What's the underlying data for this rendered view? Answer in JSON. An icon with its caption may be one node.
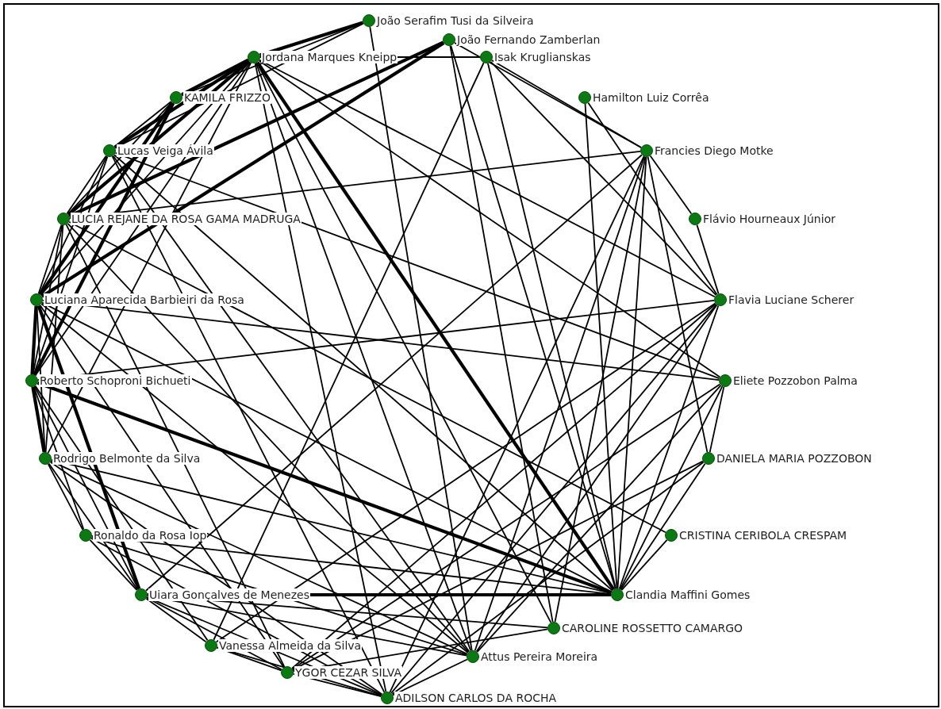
{
  "diagram": {
    "nodes": [
      {
        "text": [],
        "shape": "circle",
        "beside": [
          "João Serafim Tusi da Silveira"
        ]
      },
      {
        "text": [],
        "shape": "circle",
        "beside": [
          "João Fernando Zamberlan"
        ]
      },
      {
        "text": [],
        "shape": "circle",
        "beside": [
          "Jordana Marques Kneipp"
        ]
      },
      {
        "text": [],
        "shape": "circle",
        "beside": [
          "Isak Kruglianskas"
        ]
      },
      {
        "text": [],
        "shape": "circle",
        "beside": [
          "KAMILA FRIZZO"
        ]
      },
      {
        "text": [],
        "shape": "circle",
        "beside": [
          "Hamilton Luiz Corrêa"
        ]
      },
      {
        "text": [],
        "shape": "circle",
        "beside": [
          "Lucas Veiga Ávila"
        ]
      },
      {
        "text": [],
        "shape": "circle",
        "beside": [
          "Francies Diego Motke"
        ]
      },
      {
        "text": [],
        "shape": "circle",
        "beside": [
          "LÚCIA REJANE DA ROSA GAMA MADRUGA"
        ]
      },
      {
        "text": [],
        "shape": "circle",
        "beside": [
          "Flávio Hourneaux Júnior"
        ]
      },
      {
        "text": [],
        "shape": "circle",
        "beside": [
          "Luciana Aparecida Barbieiri da Rosa"
        ]
      },
      {
        "text": [],
        "shape": "circle",
        "beside": [
          "Flavia Luciane Scherer"
        ]
      },
      {
        "text": [],
        "shape": "circle",
        "beside": [
          "Roberto Schoproni Bichueti"
        ]
      },
      {
        "text": [],
        "shape": "circle",
        "beside": [
          "Eliete Pozzobon Palma"
        ]
      },
      {
        "text": [],
        "shape": "circle",
        "beside": [
          "Rodrigo Belmonte da Silva"
        ]
      },
      {
        "text": [],
        "shape": "circle",
        "beside": [
          "DANIELA MARIA POZZOBON"
        ]
      },
      {
        "text": [],
        "shape": "circle",
        "beside": [
          "Ronaldo da Rosa Iop"
        ]
      },
      {
        "text": [],
        "shape": "circle",
        "beside": [
          "CRISTINA CERIBOLA CRESPAM"
        ]
      },
      {
        "text": [],
        "shape": "circle",
        "beside": [
          "Uiara Gonçalves de Menezes"
        ]
      },
      {
        "text": [],
        "shape": "circle",
        "beside": [
          "Clandia Maffini Gomes"
        ]
      },
      {
        "text": [],
        "shape": "circle",
        "beside": [
          "Vanessa Almeida da Silva"
        ]
      },
      {
        "text": [],
        "shape": "circle",
        "beside": [
          "CAROLINE ROSSETTO CAMARGO"
        ]
      },
      {
        "text": [],
        "shape": "circle",
        "beside": [
          "Attus Pereira Moreira"
        ]
      },
      {
        "text": [],
        "shape": "circle",
        "beside": [
          "YGOR CEZAR SILVA"
        ]
      },
      {
        "text": [],
        "shape": "circle",
        "beside": [
          "ADILSON CARLOS DA ROCHA"
        ]
      }
    ],
    "edges": [
      {
        "from": 19,
        "to": 12,
        "arrow": "none",
        "style": "thick"
      },
      {
        "from": 19,
        "to": 2,
        "arrow": "none",
        "style": "thick"
      },
      {
        "from": 19,
        "to": 18,
        "arrow": "none",
        "style": "thick"
      },
      {
        "from": 19,
        "to": 13,
        "arrow": "none"
      },
      {
        "from": 19,
        "to": 15,
        "arrow": "none"
      },
      {
        "from": 19,
        "to": 17,
        "arrow": "none"
      },
      {
        "from": 19,
        "to": 11,
        "arrow": "none"
      },
      {
        "from": 19,
        "to": 7,
        "arrow": "none"
      },
      {
        "from": 19,
        "to": 5,
        "arrow": "none"
      },
      {
        "from": 19,
        "to": 3,
        "arrow": "none"
      },
      {
        "from": 19,
        "to": 10,
        "arrow": "none"
      },
      {
        "from": 19,
        "to": 6,
        "arrow": "none"
      },
      {
        "from": 19,
        "to": 14,
        "arrow": "none"
      },
      {
        "from": 19,
        "to": 16,
        "arrow": "none"
      },
      {
        "from": 19,
        "to": 1,
        "arrow": "none"
      },
      {
        "from": 0,
        "to": 2,
        "arrow": "none",
        "style": "thick"
      },
      {
        "from": 0,
        "to": 4,
        "arrow": "none"
      },
      {
        "from": 0,
        "to": 22,
        "arrow": "none"
      },
      {
        "from": 0,
        "to": 6,
        "arrow": "none"
      },
      {
        "from": 2,
        "to": 3,
        "arrow": "none"
      },
      {
        "from": 2,
        "to": 4,
        "arrow": "none",
        "style": "thick"
      },
      {
        "from": 2,
        "to": 6,
        "arrow": "none",
        "style": "thick"
      },
      {
        "from": 2,
        "to": 8,
        "arrow": "none",
        "style": "thick"
      },
      {
        "from": 2,
        "to": 10,
        "arrow": "none"
      },
      {
        "from": 2,
        "to": 12,
        "arrow": "none"
      },
      {
        "from": 2,
        "to": 14,
        "arrow": "none"
      },
      {
        "from": 2,
        "to": 22,
        "arrow": "none"
      },
      {
        "from": 2,
        "to": 24,
        "arrow": "none"
      },
      {
        "from": 2,
        "to": 11,
        "arrow": "none"
      },
      {
        "from": 2,
        "to": 13,
        "arrow": "none"
      },
      {
        "from": 2,
        "to": 21,
        "arrow": "none"
      },
      {
        "from": 1,
        "to": 8,
        "arrow": "none",
        "style": "thick"
      },
      {
        "from": 1,
        "to": 10,
        "arrow": "none",
        "style": "thick"
      },
      {
        "from": 1,
        "to": 21,
        "arrow": "none"
      },
      {
        "from": 1,
        "to": 7,
        "arrow": "none"
      },
      {
        "from": 3,
        "to": 11,
        "arrow": "none"
      },
      {
        "from": 3,
        "to": 20,
        "arrow": "none"
      },
      {
        "from": 5,
        "to": 11,
        "arrow": "none"
      },
      {
        "from": 7,
        "to": 8,
        "arrow": "none"
      },
      {
        "from": 7,
        "to": 9,
        "arrow": "none"
      },
      {
        "from": 7,
        "to": 22,
        "arrow": "none"
      },
      {
        "from": 7,
        "to": 24,
        "arrow": "none"
      },
      {
        "from": 7,
        "to": 18,
        "arrow": "none"
      },
      {
        "from": 7,
        "to": 21,
        "arrow": "none"
      },
      {
        "from": 7,
        "to": 15,
        "arrow": "none"
      },
      {
        "from": 7,
        "to": 3,
        "arrow": "none"
      },
      {
        "from": 11,
        "to": 12,
        "arrow": "none"
      },
      {
        "from": 11,
        "to": 23,
        "arrow": "none"
      },
      {
        "from": 11,
        "to": 22,
        "arrow": "none"
      },
      {
        "from": 11,
        "to": 24,
        "arrow": "none"
      },
      {
        "from": 11,
        "to": 20,
        "arrow": "none"
      },
      {
        "from": 11,
        "to": 9,
        "arrow": "none"
      },
      {
        "from": 13,
        "to": 10,
        "arrow": "none"
      },
      {
        "from": 13,
        "to": 15,
        "arrow": "none"
      },
      {
        "from": 13,
        "to": 22,
        "arrow": "none"
      },
      {
        "from": 13,
        "to": 23,
        "arrow": "none"
      },
      {
        "from": 13,
        "to": 6,
        "arrow": "none"
      },
      {
        "from": 15,
        "to": 24,
        "arrow": "none"
      },
      {
        "from": 15,
        "to": 23,
        "arrow": "none"
      },
      {
        "from": 17,
        "to": 8,
        "arrow": "none"
      },
      {
        "from": 4,
        "to": 6,
        "arrow": "none"
      },
      {
        "from": 4,
        "to": 8,
        "arrow": "none"
      },
      {
        "from": 4,
        "to": 10,
        "arrow": "none",
        "style": "thick"
      },
      {
        "from": 4,
        "to": 12,
        "arrow": "none",
        "style": "thick"
      },
      {
        "from": 6,
        "to": 8,
        "arrow": "none"
      },
      {
        "from": 6,
        "to": 10,
        "arrow": "none"
      },
      {
        "from": 6,
        "to": 12,
        "arrow": "none"
      },
      {
        "from": 6,
        "to": 22,
        "arrow": "none"
      },
      {
        "from": 6,
        "to": 24,
        "arrow": "none"
      },
      {
        "from": 8,
        "to": 10,
        "arrow": "none"
      },
      {
        "from": 8,
        "to": 12,
        "arrow": "none"
      },
      {
        "from": 8,
        "to": 14,
        "arrow": "none"
      },
      {
        "from": 8,
        "to": 23,
        "arrow": "none"
      },
      {
        "from": 8,
        "to": 22,
        "arrow": "none"
      },
      {
        "from": 10,
        "to": 12,
        "arrow": "none",
        "style": "thick"
      },
      {
        "from": 10,
        "to": 14,
        "arrow": "none"
      },
      {
        "from": 10,
        "to": 18,
        "arrow": "none",
        "style": "thick"
      },
      {
        "from": 10,
        "to": 22,
        "arrow": "none"
      },
      {
        "from": 10,
        "to": 23,
        "arrow": "none"
      },
      {
        "from": 12,
        "to": 14,
        "arrow": "none",
        "style": "thick"
      },
      {
        "from": 12,
        "to": 18,
        "arrow": "none"
      },
      {
        "from": 12,
        "to": 16,
        "arrow": "none"
      },
      {
        "from": 12,
        "to": 20,
        "arrow": "none"
      },
      {
        "from": 14,
        "to": 18,
        "arrow": "none"
      },
      {
        "from": 14,
        "to": 22,
        "arrow": "none"
      },
      {
        "from": 14,
        "to": 16,
        "arrow": "none"
      },
      {
        "from": 14,
        "to": 24,
        "arrow": "none"
      },
      {
        "from": 16,
        "to": 18,
        "arrow": "none"
      },
      {
        "from": 16,
        "to": 22,
        "arrow": "none"
      },
      {
        "from": 16,
        "to": 24,
        "arrow": "none"
      },
      {
        "from": 18,
        "to": 20,
        "arrow": "none"
      },
      {
        "from": 18,
        "to": 24,
        "arrow": "none"
      },
      {
        "from": 18,
        "to": 23,
        "arrow": "none"
      },
      {
        "from": 18,
        "to": 22,
        "arrow": "none"
      },
      {
        "from": 20,
        "to": 23,
        "arrow": "none"
      },
      {
        "from": 20,
        "to": 24,
        "arrow": "none"
      },
      {
        "from": 23,
        "to": 24,
        "arrow": "none"
      },
      {
        "from": 21,
        "to": 23,
        "arrow": "none"
      },
      {
        "from": 21,
        "to": 18,
        "arrow": "none"
      },
      {
        "from": 22,
        "to": 24,
        "arrow": "none"
      }
    ]
  }
}
